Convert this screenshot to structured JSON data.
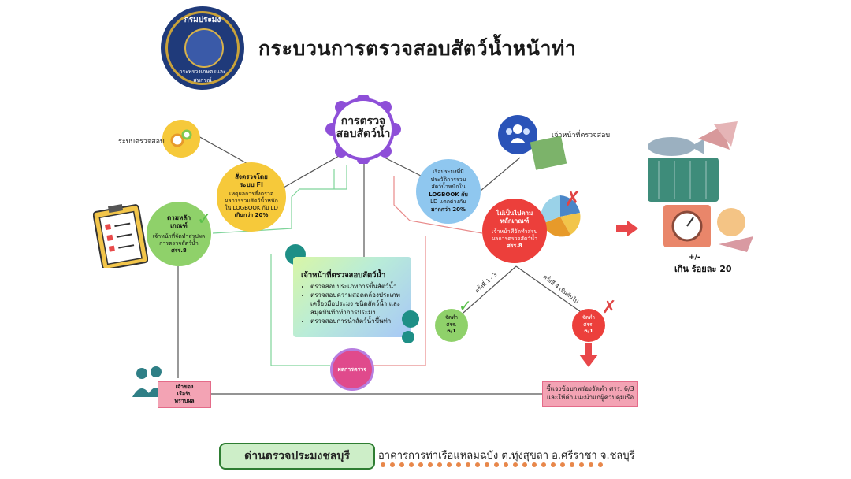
{
  "header": {
    "title": "กระบวนการตรวจสอบสัตว์น้ำหน้าท่า",
    "logo_top_text": "กรมประมง",
    "logo_bottom_text": "กระทรวงเกษตรและสหกรณ์"
  },
  "center": {
    "title_line1": "การตรวจ",
    "title_line2": "สอบสัตว์น้ำ"
  },
  "system_check": {
    "label": "ระบบตรวจสอบ"
  },
  "inspectors": {
    "label": "เจ้าหน้าที่ตรวจสอบ"
  },
  "order_fi": {
    "title_line1": "สั่งตรวจโดย",
    "title_line2": "ระบบ FI",
    "body": [
      "เหตุผลการสั่งตรวจ",
      "ผลการรวมสัตว์น้ำหนัก",
      "ใน LOGBOOK กับ LD",
      "เกินกว่า 20%"
    ]
  },
  "compliant": {
    "title_line1": "ตามหลัก",
    "title_line2": "เกณฑ์",
    "body": [
      "เจ้าหน้าที่จัดทำสรุปผล",
      "การตรวจสัตว์น้ำ",
      "ศรร.8"
    ]
  },
  "history": {
    "body": [
      "เรือประมงที่มี",
      "ประวัติการรวม",
      "สัตว์น้ำหนักใน",
      "LOGBOOK กับ",
      "LD แตกต่างกัน",
      "มากกว่า 20%"
    ]
  },
  "non_compliant": {
    "title_line1": "ไม่เป็นไปตาม",
    "title_line2": "หลักเกณฑ์",
    "body": [
      "เจ้าหน้าที่จัดทำสรุป",
      "ผลการตรวจสัตว์น้ำ",
      "ศรร.8"
    ]
  },
  "panel": {
    "title": "เจ้าหน้าที่ตรวจสอบสัตว์น้ำ",
    "items": [
      "ตรวจสอบประเภทการขึ้นสัตว์น้ำ",
      "ตรวจสอบความสอดคล้องประเภท",
      "เครื่องมือประมง ชนิดสัตว์น้ำ และ",
      "สมุดบันทึกทำการประมง",
      "ตรวจสอบการนำสัตว์น้ำขึ้นท่า"
    ]
  },
  "result": {
    "label": "ผลการตรวจ"
  },
  "branch_left": {
    "label": "ครั้งที่ 1 - 3"
  },
  "branch_right": {
    "label": "ครั้งที่ 4 เป็นต้นไป"
  },
  "green_small": {
    "line1": "จัดทำ",
    "line2": "ศรร.",
    "line3": "6/1"
  },
  "red_small": {
    "line1": "จัดทำ",
    "line2": "ศรร.",
    "line3": "6/1"
  },
  "notify": {
    "line1": "ชี้แจงข้อบกพร่องจัดทำ ศรร. 6/3",
    "line2": "และให้คำแนะนำแก่ผู้ควบคุมเรือ"
  },
  "owner": {
    "line1": "เจ้าของ",
    "line2": "เรือรับ",
    "line3": "ทราบผล"
  },
  "tolerance": {
    "pm": "+/-",
    "text": "เกิน ร้อยละ 20"
  },
  "footer": {
    "office": "ด่านตรวจประมงชลบุรี",
    "address": "อาคารการท่าเรือแหลมฉบัง ต.ทุ่งสุขลา อ.ศรีราชา จ.ชลบุรี"
  }
}
